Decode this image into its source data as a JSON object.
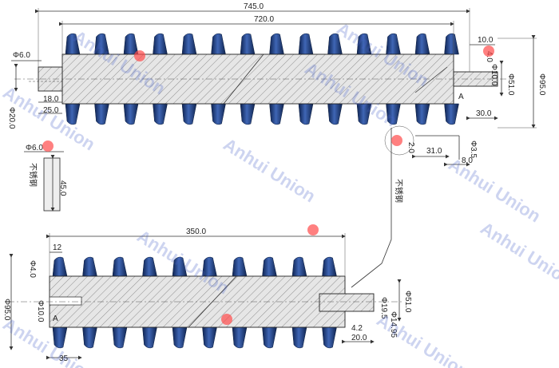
{
  "watermark": {
    "text": "Anhui Union",
    "color": "#4a63c9",
    "logo_color": "#ff4a4a"
  },
  "colors": {
    "fin": "#1d3a73",
    "fin_highlight": "#3f66b5",
    "line": "#333333"
  },
  "top_view": {
    "dims": {
      "total_length": "745.0",
      "finned_length": "720.0",
      "end_pin_dia": "Φ6.0",
      "stub_dia": "Φ20.0",
      "stub_length_a": "18.0",
      "stub_length_b": "25.0",
      "right_gap": "10.0",
      "right_step": "4.0",
      "right_dia_small": "Φ10.0",
      "right_dia_mid": "Φ51.0",
      "right_dia_fin": "Φ95.0",
      "right_end_len": "30.0",
      "detail_depth": "2.0",
      "detail_len": "31.0",
      "detail_dia": "Φ3.5",
      "detail_len2": "8.0",
      "section_mark": "A"
    }
  },
  "pin_detail": {
    "dia": "Φ6.0",
    "length": "45.0",
    "material": "不锈钢"
  },
  "connector_note": "不锈钢",
  "bottom_view": {
    "dims": {
      "length": "350.0",
      "end_offset": "12",
      "end_dia": "Φ4.0",
      "fin_dia": "Φ95.0",
      "bore_dia": "Φ10.0",
      "left_len": "35",
      "right_dia_a": "Φ19.5",
      "right_dia_b": "Φ51.0",
      "right_dia_c": "Φ14.95",
      "right_step": "4.2",
      "right_len": "20.0",
      "section_mark": "A"
    }
  }
}
